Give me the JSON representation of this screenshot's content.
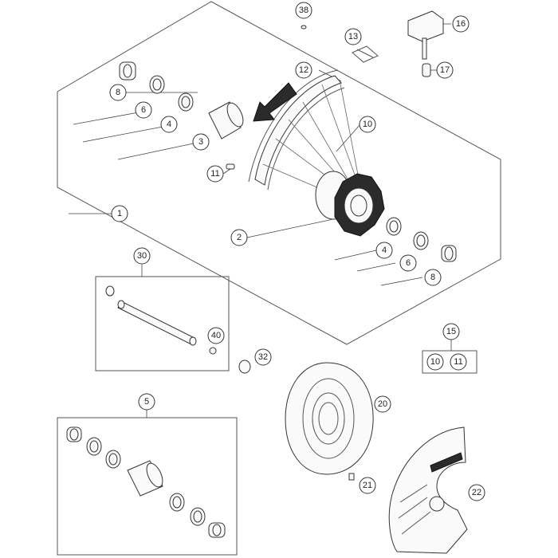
{
  "callouts": {
    "c1": "1",
    "c2": "2",
    "c3": "3",
    "c4a": "4",
    "c4b": "4",
    "c5": "5",
    "c6a": "6",
    "c6b": "6",
    "c8a": "8",
    "c8b": "8",
    "c10": "10",
    "c11": "11",
    "c12": "12",
    "c13": "13",
    "c15": "15",
    "c15_10": "10",
    "c15_11": "11",
    "c16": "16",
    "c17": "17",
    "c20": "20",
    "c21": "21",
    "c22": "22",
    "c30": "30",
    "c32": "32",
    "c38": "38",
    "c40": "40"
  }
}
